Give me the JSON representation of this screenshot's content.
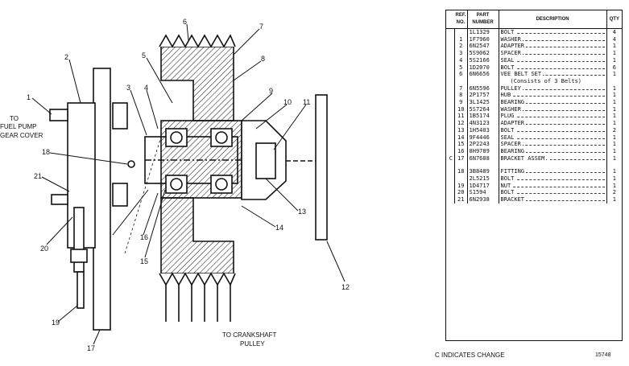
{
  "diagram": {
    "callouts": [
      "1",
      "2",
      "3",
      "4",
      "5",
      "6",
      "7",
      "8",
      "9",
      "10",
      "11",
      "12",
      "13",
      "14",
      "15",
      "16",
      "17",
      "18",
      "19",
      "20",
      "21"
    ],
    "label_fuel_pump_1": "TO",
    "label_fuel_pump_2": "FUEL PUMP",
    "label_fuel_pump_3": "GEAR COVER",
    "label_crankshaft_1": "TO CRANKSHAFT",
    "label_crankshaft_2": "PULLEY"
  },
  "parts_table": {
    "headers": {
      "ref": "REF. NO.",
      "part": "PART NUMBER",
      "description": "DESCRIPTION",
      "qty": "QTY"
    },
    "rows": [
      {
        "mark": "",
        "ref": "",
        "part": "1L1329",
        "desc": "BOLT",
        "qty": "4"
      },
      {
        "mark": "",
        "ref": "1",
        "part": "1F7960",
        "desc": "WASHER",
        "qty": "4"
      },
      {
        "mark": "",
        "ref": "2",
        "part": "6N2547",
        "desc": "ADAPTER",
        "qty": "1"
      },
      {
        "mark": "",
        "ref": "3",
        "part": "5S9062",
        "desc": "SPACER",
        "qty": "1"
      },
      {
        "mark": "",
        "ref": "4",
        "part": "5S2166",
        "desc": "SEAL",
        "qty": "1"
      },
      {
        "mark": "",
        "ref": "5",
        "part": "1D2070",
        "desc": "BOLT",
        "qty": "6"
      },
      {
        "mark": "",
        "ref": "6",
        "part": "6N6656",
        "desc": "VEE BELT SET",
        "qty": "1"
      },
      {
        "mark": "",
        "ref": "",
        "part": "",
        "desc": "(Consists of 3 Belts)",
        "qty": "",
        "note": true
      },
      {
        "mark": "",
        "ref": "7",
        "part": "6N5596",
        "desc": "PULLEY",
        "qty": "1"
      },
      {
        "mark": "",
        "ref": "8",
        "part": "2P1757",
        "desc": "HUB",
        "qty": "1"
      },
      {
        "mark": "",
        "ref": "9",
        "part": "3L1425",
        "desc": "BEARING",
        "qty": "1"
      },
      {
        "mark": "",
        "ref": "10",
        "part": "5S7264",
        "desc": "WASHER",
        "qty": "1"
      },
      {
        "mark": "",
        "ref": "11",
        "part": "1B5174",
        "desc": "PLUG",
        "qty": "1"
      },
      {
        "mark": "",
        "ref": "12",
        "part": "4N3123",
        "desc": "ADAPTER",
        "qty": "1"
      },
      {
        "mark": "",
        "ref": "13",
        "part": "1H5403",
        "desc": "BOLT",
        "qty": "2"
      },
      {
        "mark": "",
        "ref": "14",
        "part": "9F4446",
        "desc": "SEAL",
        "qty": "1"
      },
      {
        "mark": "",
        "ref": "15",
        "part": "2P2243",
        "desc": "SPACER",
        "qty": "1"
      },
      {
        "mark": "",
        "ref": "16",
        "part": "8H9789",
        "desc": "BEARING",
        "qty": "1"
      },
      {
        "mark": "C",
        "ref": "17",
        "part": "6N7688",
        "desc": "BRACKET ASSEM.",
        "qty": "1"
      },
      {
        "gap": true
      },
      {
        "mark": "",
        "ref": "18",
        "part": "3B8489",
        "desc": "FITTING",
        "qty": "1"
      },
      {
        "mark": "",
        "ref": "",
        "part": "2L5215",
        "desc": "BOLT",
        "qty": "1"
      },
      {
        "mark": "",
        "ref": "19",
        "part": "1D4717",
        "desc": "NUT",
        "qty": "1"
      },
      {
        "mark": "",
        "ref": "20",
        "part": "S1594",
        "desc": "BOLT",
        "qty": "2"
      },
      {
        "mark": "",
        "ref": "21",
        "part": "6N2938",
        "desc": "BRACKET",
        "qty": "1"
      }
    ]
  },
  "footnote": "C INDICATES CHANGE",
  "figure_number": "15748"
}
